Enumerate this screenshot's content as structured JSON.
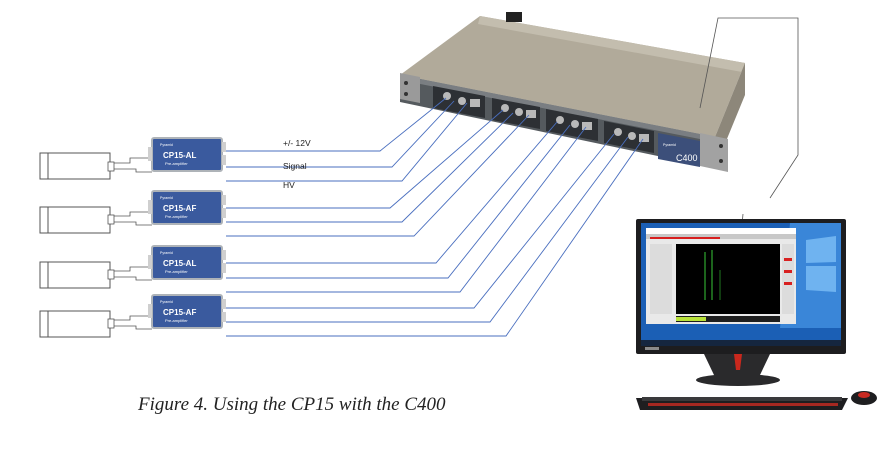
{
  "caption": "Figure 4.  Using the CP15 with the C400",
  "wire_labels": {
    "power": "+/- 12V",
    "signal": "Signal",
    "hv": "HV"
  },
  "preamps": [
    {
      "model": "CP15-AL",
      "sub": "Pre-amplifier",
      "brand": "Pyramid"
    },
    {
      "model": "CP15-AF",
      "sub": "Pre-amplifier",
      "brand": "Pyramid"
    },
    {
      "model": "CP15-AL",
      "sub": "Pre-amplifier",
      "brand": "Pyramid"
    },
    {
      "model": "CP15-AF",
      "sub": "Pre-amplifier",
      "brand": "Pyramid"
    }
  ],
  "controller": {
    "model": "C400",
    "brand": "Pyramid"
  },
  "colors": {
    "wire": "#4a6fbf",
    "preamp_body": "#3a5a9e",
    "chassis_top": "#b0aa9c",
    "chassis_front": "#6b6b6b"
  }
}
